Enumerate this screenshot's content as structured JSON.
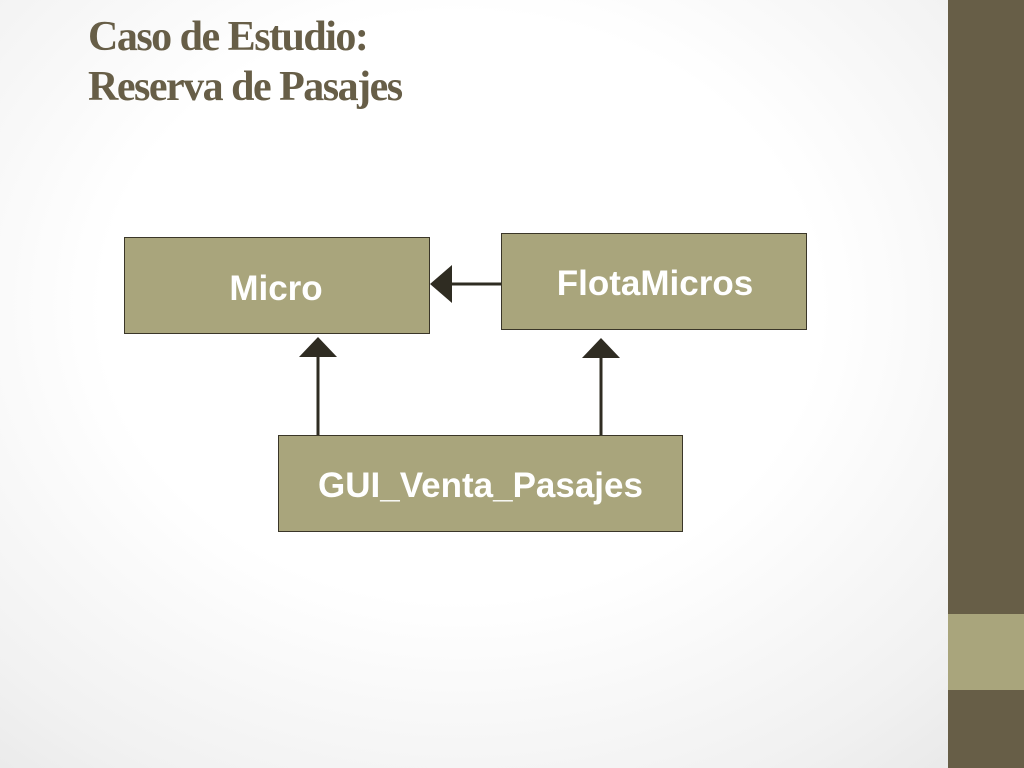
{
  "slide": {
    "title_line1": "Caso de Estudio:",
    "title_line2": "Reserva de Pasajes"
  },
  "diagram": {
    "nodes": {
      "micro": "Micro",
      "flota": "FlotaMicros",
      "gui": "GUI_Venta_Pasajes"
    },
    "edges": [
      {
        "from": "FlotaMicros",
        "to": "Micro"
      },
      {
        "from": "GUI_Venta_Pasajes",
        "to": "Micro"
      },
      {
        "from": "GUI_Venta_Pasajes",
        "to": "FlotaMicros"
      }
    ]
  },
  "colors": {
    "primary": "#675e47",
    "accent": "#a9a57c",
    "line": "#2f2c22",
    "box_text": "#ffffff"
  }
}
